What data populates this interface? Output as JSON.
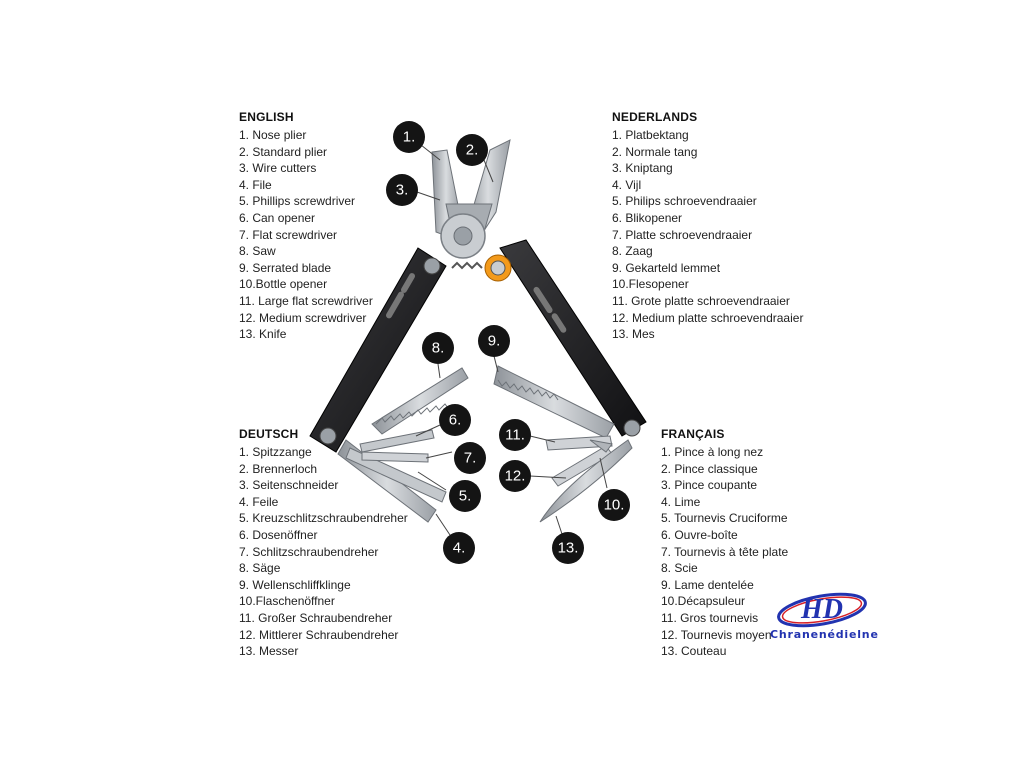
{
  "languages": {
    "english": {
      "heading": "ENGLISH",
      "items": [
        "1. Nose plier",
        "2. Standard plier",
        "3. Wire cutters",
        "4. File",
        "5. Phillips screwdriver",
        "6. Can opener",
        "7. Flat screwdriver",
        "8. Saw",
        "9. Serrated blade",
        "10.Bottle opener",
        "11. Large flat screwdriver",
        "12. Medium screwdriver",
        "13. Knife"
      ]
    },
    "nederlands": {
      "heading": "NEDERLANDS",
      "items": [
        "1. Platbektang",
        "2. Normale tang",
        "3. Kniptang",
        "4. Vijl",
        "5. Philips schroevendraaier",
        "6. Blikopener",
        "7. Platte schroevendraaier",
        "8. Zaag",
        "9. Gekarteld lemmet",
        "10.Flesopener",
        "11. Grote platte schroevendraaier",
        "12. Medium platte schroevendraaier",
        "13. Mes"
      ]
    },
    "deutsch": {
      "heading": "DEUTSCH",
      "items": [
        "1. Spitzzange",
        "2. Brennerloch",
        "3. Seitenschneider",
        "4. Feile",
        "5. Kreuzschlitzschraubendreher",
        "6. Dosenöffner",
        "7. Schlitzschraubendreher",
        "8. Säge",
        "9. Wellenschliffklinge",
        "10.Flaschenöffner",
        "11. Großer Schraubendreher",
        "12. Mittlerer Schraubendreher",
        "13. Messer"
      ]
    },
    "francais": {
      "heading": "FRANÇAIS",
      "items": [
        "1. Pince à long nez",
        "2. Pince classique",
        "3. Pince coupante",
        "4. Lime",
        "5. Tournevis Cruciforme",
        "6. Ouvre-boîte",
        "7. Tournevis à tête plate",
        "8. Scie",
        "9. Lame dentelée",
        "10.Décapsuleur",
        "11. Gros tournevis",
        "12. Tournevis moyen",
        "13. Couteau"
      ]
    }
  },
  "callouts": {
    "c1": "1.",
    "c2": "2.",
    "c3": "3.",
    "c4": "4.",
    "c5": "5.",
    "c6": "6.",
    "c7": "7.",
    "c8": "8.",
    "c9": "9.",
    "c10": "10.",
    "c11": "11.",
    "c12": "12.",
    "c13": "13."
  },
  "brand": {
    "name": "Chranenédielne",
    "logo_text": "HD",
    "color": "#2233b0",
    "accent": "#d61f26"
  },
  "colors": {
    "badge": "#141414",
    "handle": "#1d1d1f",
    "steel": "#b8bcc1",
    "pivot_ring": "#f39a1b"
  }
}
